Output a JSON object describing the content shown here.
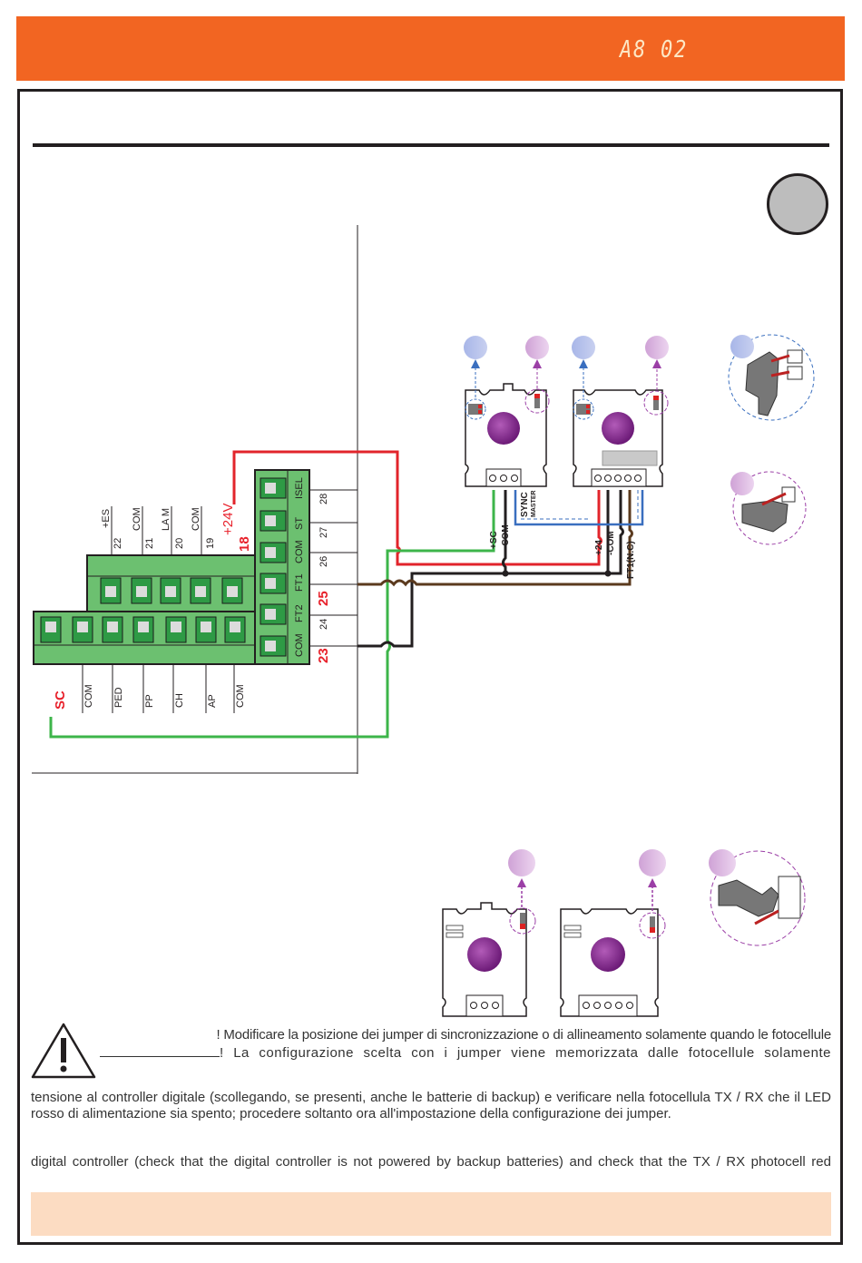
{
  "header": {
    "code": "A8 02",
    "bar_color": "#f26522"
  },
  "step_marker": {
    "color": "#bdbdbd"
  },
  "terminal_block": {
    "upper_row_terminals": [
      {
        "number": "22",
        "label": "+ES"
      },
      {
        "number": "21",
        "label": "COM"
      },
      {
        "number": "20",
        "label": "LA M"
      },
      {
        "number": "19",
        "label": "COM"
      },
      {
        "number": "18",
        "label": "+24V",
        "highlight": true
      }
    ],
    "lower_row_terminals": [
      {
        "label": "SC",
        "highlight": true
      },
      {
        "label": "COM"
      },
      {
        "label": "PED"
      },
      {
        "label": "PP"
      },
      {
        "label": "CH"
      },
      {
        "label": "AP"
      },
      {
        "label": "COM"
      }
    ],
    "side_column_terminals": [
      {
        "number": "28",
        "label": "ISEL"
      },
      {
        "number": "27",
        "label": "ST"
      },
      {
        "number": "26",
        "label": "COM"
      },
      {
        "number": "25",
        "label": "FT1",
        "highlight": true
      },
      {
        "number": "24",
        "label": "FT2"
      },
      {
        "number": "23",
        "label": "COM",
        "highlight": true
      }
    ],
    "color": "#6cc070",
    "highlight_color": "#e8212b"
  },
  "photocells": {
    "tx_labels": [
      "+SC",
      "-COM"
    ],
    "tx_sync_label": "SYNC",
    "tx_master_label": "MASTER",
    "rx_labels": [
      "+24",
      "-COM",
      "FT1(N.C)"
    ]
  },
  "wires": {
    "red": "#e2242b",
    "green": "#3db54a",
    "black": "#231f20",
    "brown": "#5b3a1e",
    "blue": "#3a6fbf"
  },
  "indicators": {
    "sync_color": "#b9c4ec",
    "align_color": "#dcb8e2"
  },
  "warning": {
    "line1": "! Modificare la posizione dei jumper di sincronizzazione o di allineamento solamente quando le fotocellule",
    "line2": "! La configurazione scelta con i jumper viene memorizzata dalle fotocellule solamente",
    "italian_paragraph": "tensione al controller digitale (scollegando, se presenti, anche le batterie di backup) e verificare nella fotocellula TX / RX che il LED rosso di alimentazione sia spento; procedere soltanto ora all'impostazione della configurazione dei jumper.",
    "english_paragraph": "digital controller (check that the digital controller is not powered by backup batteries) and check that the TX / RX photocell red"
  },
  "note_box": {
    "color": "#fcdcc2"
  }
}
